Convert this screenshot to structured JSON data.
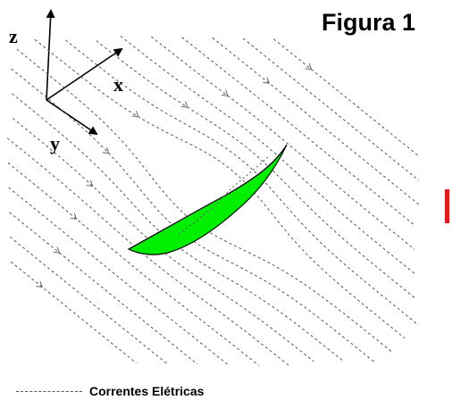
{
  "figure": {
    "title": "Figura 1",
    "axes": {
      "z": "z",
      "x": "x",
      "y": "y"
    },
    "legend": {
      "label": "Correntes Elétricas"
    },
    "colors": {
      "body_fill": "#00ee00",
      "body_stroke": "#000000",
      "current_lines": "#555555",
      "accent": "#e0191b"
    }
  }
}
